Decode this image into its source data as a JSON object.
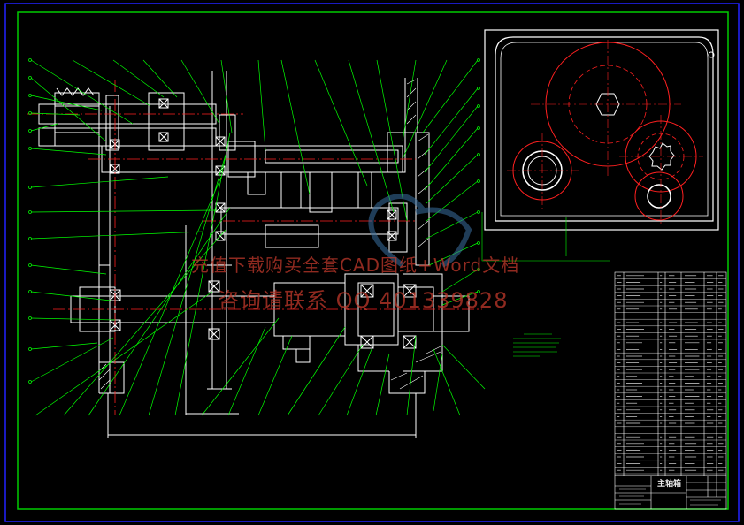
{
  "watermark": {
    "line1": "充值下载购买全套CAD图纸+Word文档",
    "line2": "咨询请联系 QQ 401339828"
  },
  "title_block": {
    "name": "主轴箱"
  },
  "colors": {
    "background": "#000000",
    "frame": "#00cc00",
    "outer_frame": "#2222ff",
    "outline": "#ffffff",
    "leader": "#00ff00",
    "centerline": "#ff2020",
    "watermark": "#c0392b",
    "logo": "#3a6fa0"
  }
}
